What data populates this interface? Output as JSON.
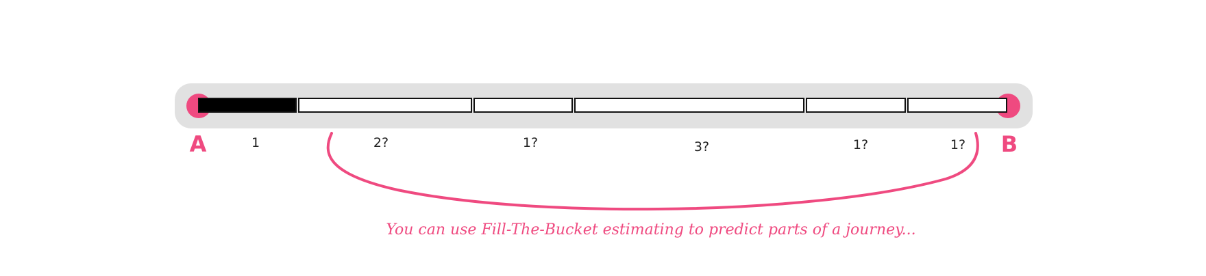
{
  "diagram": {
    "start_label": "A",
    "end_label": "B",
    "accent_color": "#ef4a80",
    "track_color": "#e1e1e1",
    "segments": [
      {
        "label": "1",
        "completed": true
      },
      {
        "label": "2?",
        "completed": false
      },
      {
        "label": "1?",
        "completed": false
      },
      {
        "label": "3?",
        "completed": false
      },
      {
        "label": "1?",
        "completed": false
      },
      {
        "label": "1?",
        "completed": false
      }
    ],
    "note": "You can use Fill-The-Bucket estimating to predict parts of a journey..."
  }
}
